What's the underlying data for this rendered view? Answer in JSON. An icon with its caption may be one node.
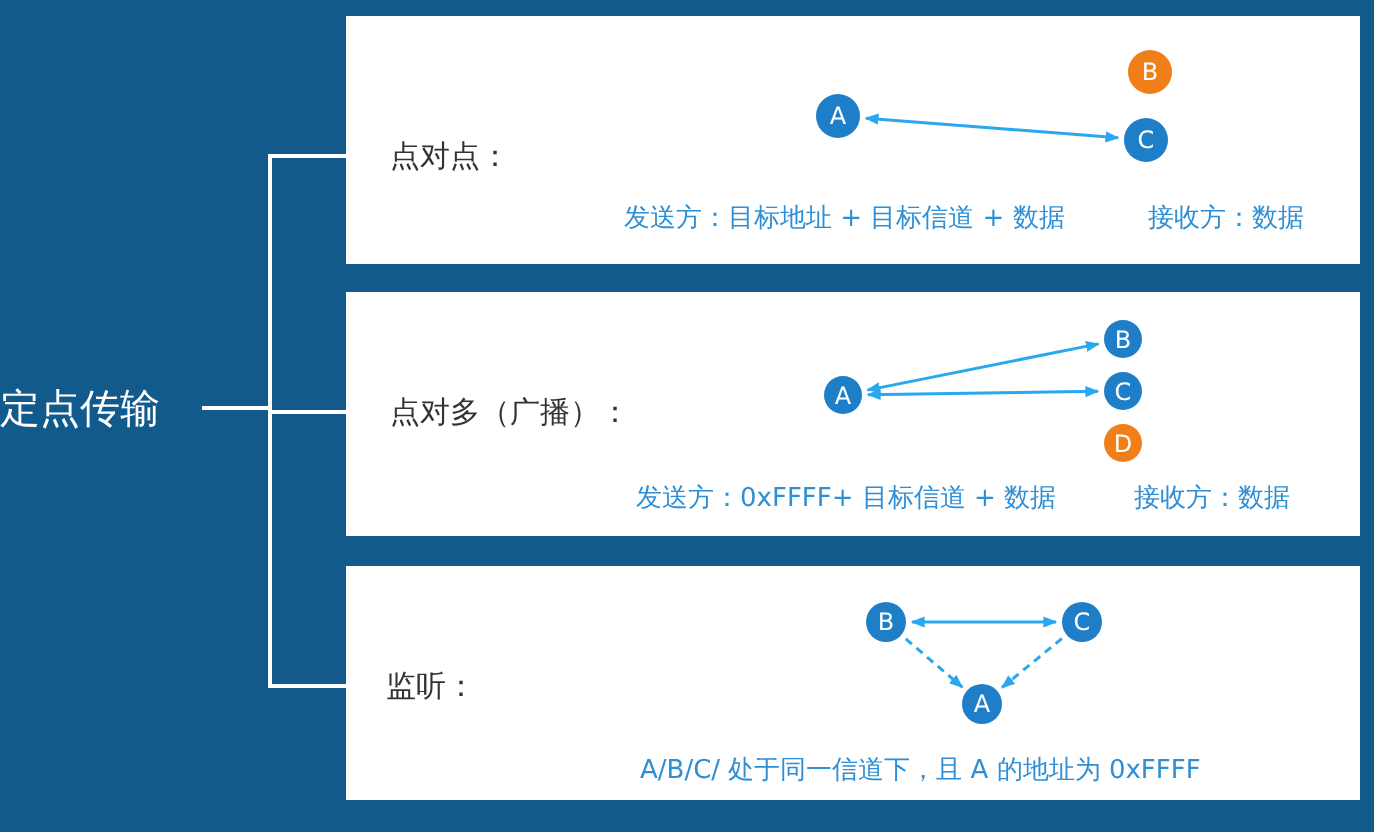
{
  "diagram": {
    "nodes": [
      {
        "text": [
          "定点传输"
        ]
      },
      {
        "text": [
          "点对点：",
          "发送方：目标地址 + 目标信道 + 数据",
          "接收方：数据"
        ]
      },
      {
        "text": [
          "A"
        ],
        "in": 1
      },
      {
        "text": [
          "B"
        ],
        "in": 1
      },
      {
        "text": [
          "C"
        ],
        "in": 1
      },
      {
        "text": [
          "点对多（广播）：",
          "发送方：0xFFFF+ 目标信道 + 数据",
          "接收方：数据"
        ]
      },
      {
        "text": [
          "A"
        ],
        "in": 5
      },
      {
        "text": [
          "B"
        ],
        "in": 5
      },
      {
        "text": [
          "C"
        ],
        "in": 5
      },
      {
        "text": [
          "D"
        ],
        "in": 5
      },
      {
        "text": [
          "监听：",
          "A/B/C/ 处于同一信道下，且 A 的地址为 0xFFFF"
        ]
      },
      {
        "text": [
          "B"
        ],
        "in": 10
      },
      {
        "text": [
          "C"
        ],
        "in": 10
      },
      {
        "text": [
          "A"
        ],
        "in": 10
      }
    ],
    "edges": [
      {
        "from": 0,
        "to": 1,
        "arrow": "none",
        "color": "#ffffff"
      },
      {
        "from": 0,
        "to": 5,
        "arrow": "none",
        "color": "#ffffff"
      },
      {
        "from": 0,
        "to": 10,
        "arrow": "none",
        "color": "#ffffff"
      },
      {
        "from": 2,
        "to": 4,
        "arrow": "both"
      },
      {
        "from": 6,
        "to": 7,
        "arrow": "both"
      },
      {
        "from": 6,
        "to": 8,
        "arrow": "both"
      },
      {
        "from": 11,
        "to": 12,
        "arrow": "both"
      },
      {
        "from": 11,
        "to": 13,
        "arrow": "to",
        "style": "dashed"
      },
      {
        "from": 12,
        "to": 13,
        "arrow": "to",
        "style": "dashed"
      }
    ]
  }
}
